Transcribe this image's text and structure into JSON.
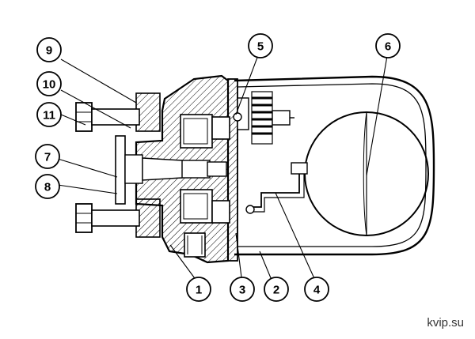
{
  "diagram": {
    "callouts": [
      {
        "id": "c9",
        "label": "9"
      },
      {
        "id": "c10",
        "label": "10"
      },
      {
        "id": "c11",
        "label": "11"
      },
      {
        "id": "c7",
        "label": "7"
      },
      {
        "id": "c8",
        "label": "8"
      },
      {
        "id": "c5",
        "label": "5"
      },
      {
        "id": "c6",
        "label": "6"
      },
      {
        "id": "c1",
        "label": "1"
      },
      {
        "id": "c3",
        "label": "3"
      },
      {
        "id": "c2",
        "label": "2"
      },
      {
        "id": "c4",
        "label": "4"
      }
    ]
  },
  "watermark": "kvip.su"
}
